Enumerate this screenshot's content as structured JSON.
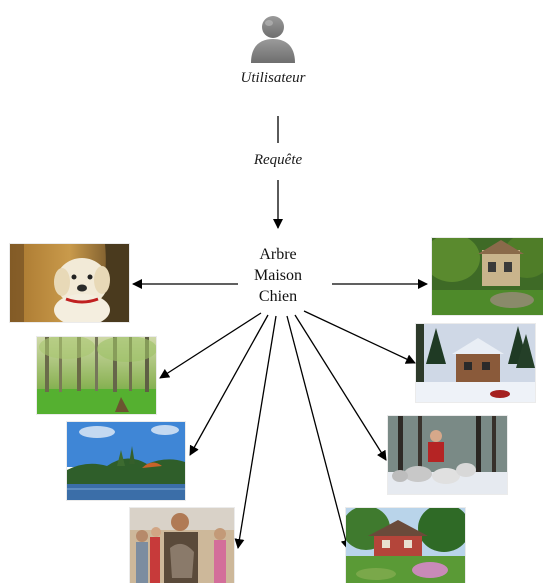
{
  "user": {
    "label": "Utilisateur",
    "icon": "user-silhouette-icon"
  },
  "query": {
    "label": "Requête"
  },
  "keywords": [
    "Arbre",
    "Maison",
    "Chien"
  ],
  "results": {
    "left": [
      "dog-photo",
      "forest-photo",
      "lake-photo",
      "people-photo"
    ],
    "right": [
      "house-in-trees-photo",
      "snowy-cabin-photo",
      "sled-dogs-photo",
      "house-garden-photo"
    ]
  }
}
